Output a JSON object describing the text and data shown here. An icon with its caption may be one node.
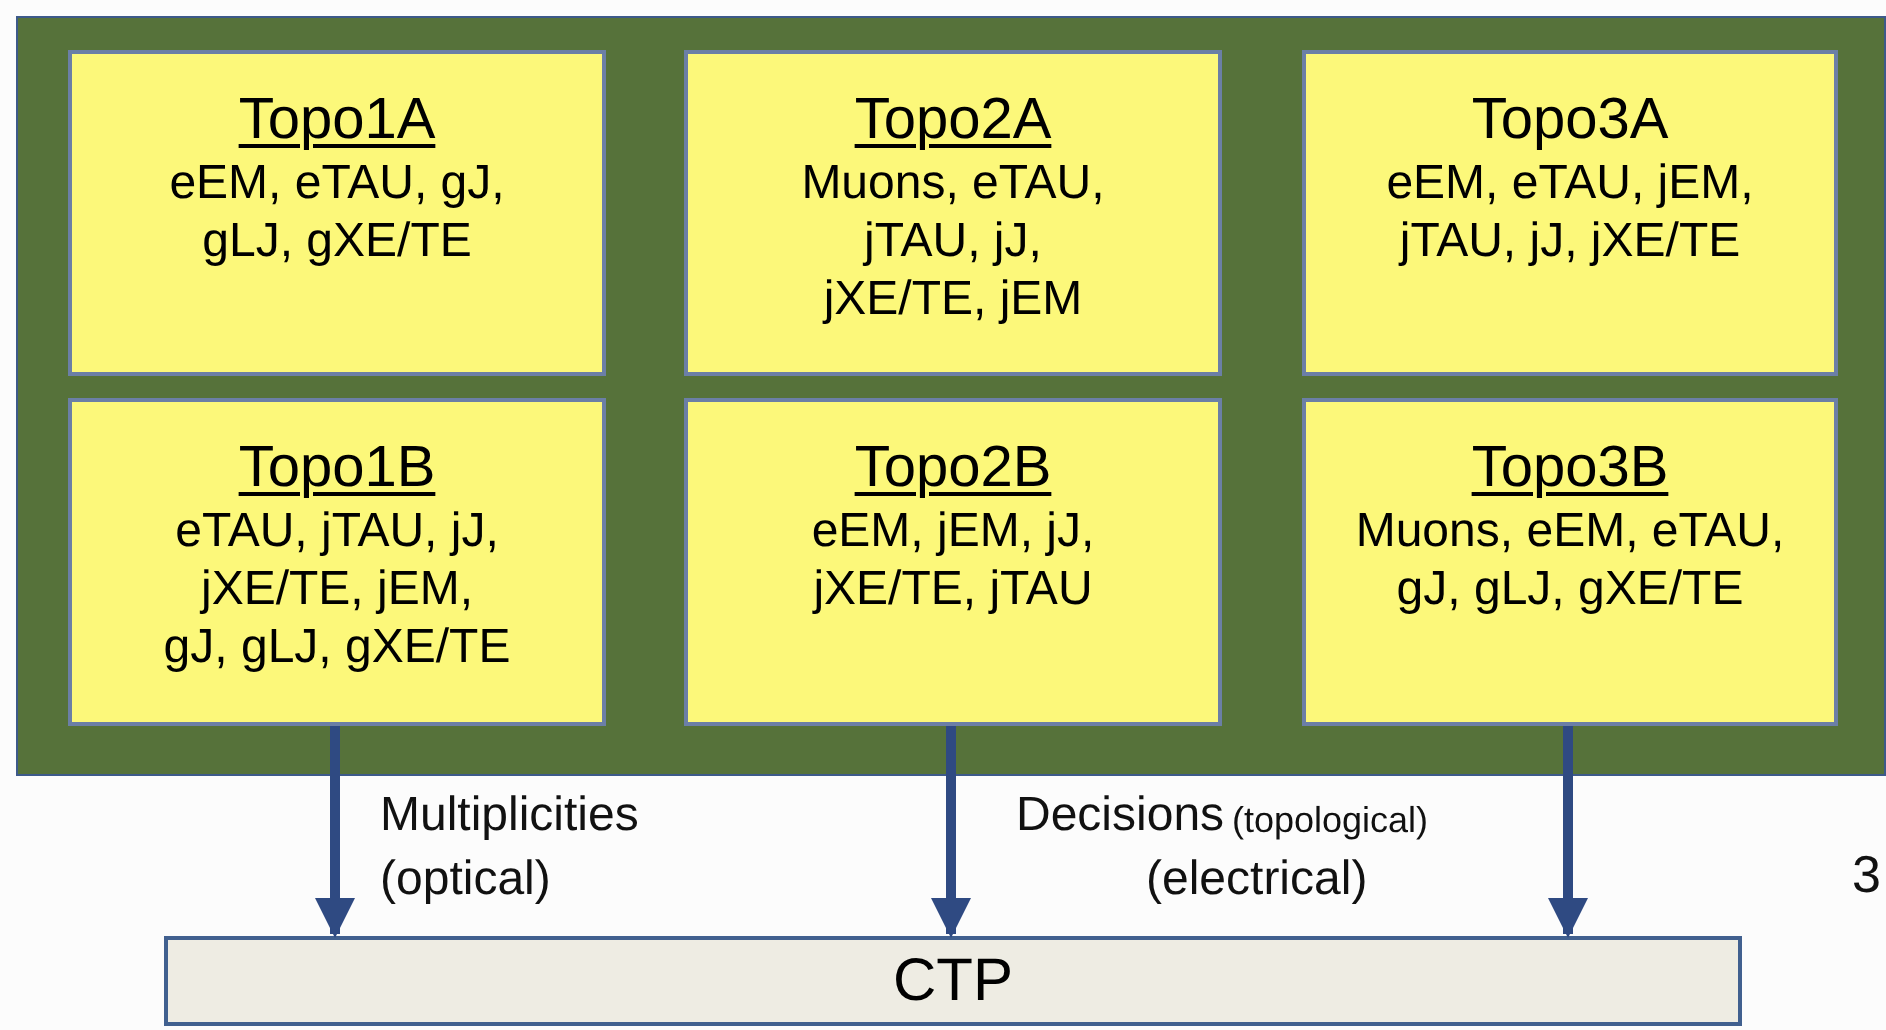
{
  "diagram": {
    "nodes": [
      {
        "text": [],
        "shape": "box"
      },
      {
        "text": [
          "Topo1A",
          "eEM, eTAU, gJ, gLJ, gXE/TE"
        ],
        "in": 0
      },
      {
        "text": [
          "Topo2A",
          "Muons, eTAU, jTAU, jJ, jXE/TE, jEM"
        ],
        "in": 0
      },
      {
        "text": [
          "Topo3A",
          "eEM, eTAU, jEM, jTAU, jJ, jXE/TE"
        ],
        "in": 0
      },
      {
        "text": [
          "Topo1B",
          "eTAU, jTAU, jJ, jXE/TE, jEM, gJ, gLJ, gXE/TE"
        ],
        "in": 0
      },
      {
        "text": [
          "Topo2B",
          "eEM, jEM, jJ, jXE/TE, jTAU"
        ],
        "in": 0
      },
      {
        "text": [
          "Topo3B",
          "Muons, eEM, eTAU, gJ, gLJ, gXE/TE"
        ],
        "in": 0
      },
      {
        "text": [
          "CTP"
        ]
      }
    ],
    "edges": [
      {
        "from": 4,
        "to": 7,
        "arrow": "to"
      },
      {
        "from": 5,
        "to": 7,
        "arrow": "to"
      },
      {
        "from": 6,
        "to": 7,
        "arrow": "to"
      }
    ],
    "labels": [
      "Multiplicities",
      "(optical)",
      "Decisions",
      "(topological)",
      "(electrical)",
      "3"
    ]
  }
}
